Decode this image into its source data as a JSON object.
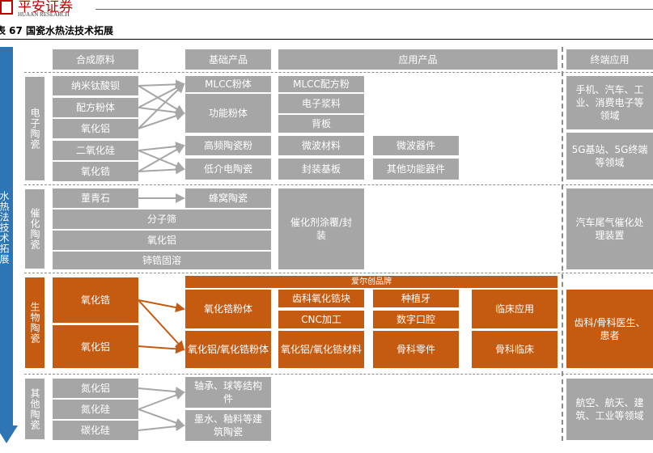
{
  "header": {
    "logo_cn": "平安证券",
    "logo_en": "HUAAN RESEARCH",
    "caption": "表 67 国瓷水热法技术拓展"
  },
  "main_arrow": {
    "label": "水热法技术拓展"
  },
  "columns": {
    "raw": "合成原料",
    "base": "基础产品",
    "app": "应用产品",
    "end": "终端应用"
  },
  "sections": {
    "electronic": {
      "label": "电子陶瓷",
      "raw": [
        "纳米钛酸钡",
        "配方粉体",
        "氧化铝",
        "二氧化硅",
        "氧化锆"
      ],
      "base": [
        "MLCC粉体",
        "功能粉体",
        "高频陶瓷粉",
        "低介电陶瓷"
      ],
      "app1": [
        "MLCC配方粉",
        "电子浆料",
        "背板",
        "微波材料",
        "封装基板"
      ],
      "app2": [
        "微波器件",
        "其他功能器件"
      ],
      "end": [
        "手机、汽车、工业、消费电子等领域",
        "5G基站、5G终端等领域"
      ]
    },
    "catalyst": {
      "label": "催化陶瓷",
      "raw": [
        "董青石"
      ],
      "base": [
        "蜂窝陶瓷"
      ],
      "wide": [
        "分子筛",
        "氧化铝",
        "铈锆固溶"
      ],
      "app": "催化剂涂覆/封装",
      "end": "汽车尾气催化处理装置"
    },
    "bio": {
      "label": "生物陶瓷",
      "raw": [
        "氧化锆",
        "氧化铝"
      ],
      "base": [
        "氧化锆粉体",
        "氧化铝/氧化锆粉体"
      ],
      "brand": "爱尔创品牌",
      "app_grid": [
        "齿科氧化锆块",
        "种植牙",
        "CNC加工",
        "数字口腔",
        "氧化铝/氧化锆材料",
        "骨科零件"
      ],
      "app_right": [
        "临床应用",
        "骨科临床"
      ],
      "end": "齿科/骨科医生、患者"
    },
    "other": {
      "label": "其他陶瓷",
      "raw": [
        "氮化铝",
        "氮化硅",
        "碳化硅"
      ],
      "base": [
        "轴承、球等结构件",
        "墨水、釉料等建筑陶瓷"
      ],
      "end": "航空、航天、建筑、工业等领域"
    }
  },
  "colors": {
    "gray": "#a6a6a6",
    "orange": "#c55a11",
    "arrow_blue": "#2e75b6",
    "brand_red": "#c00000"
  }
}
